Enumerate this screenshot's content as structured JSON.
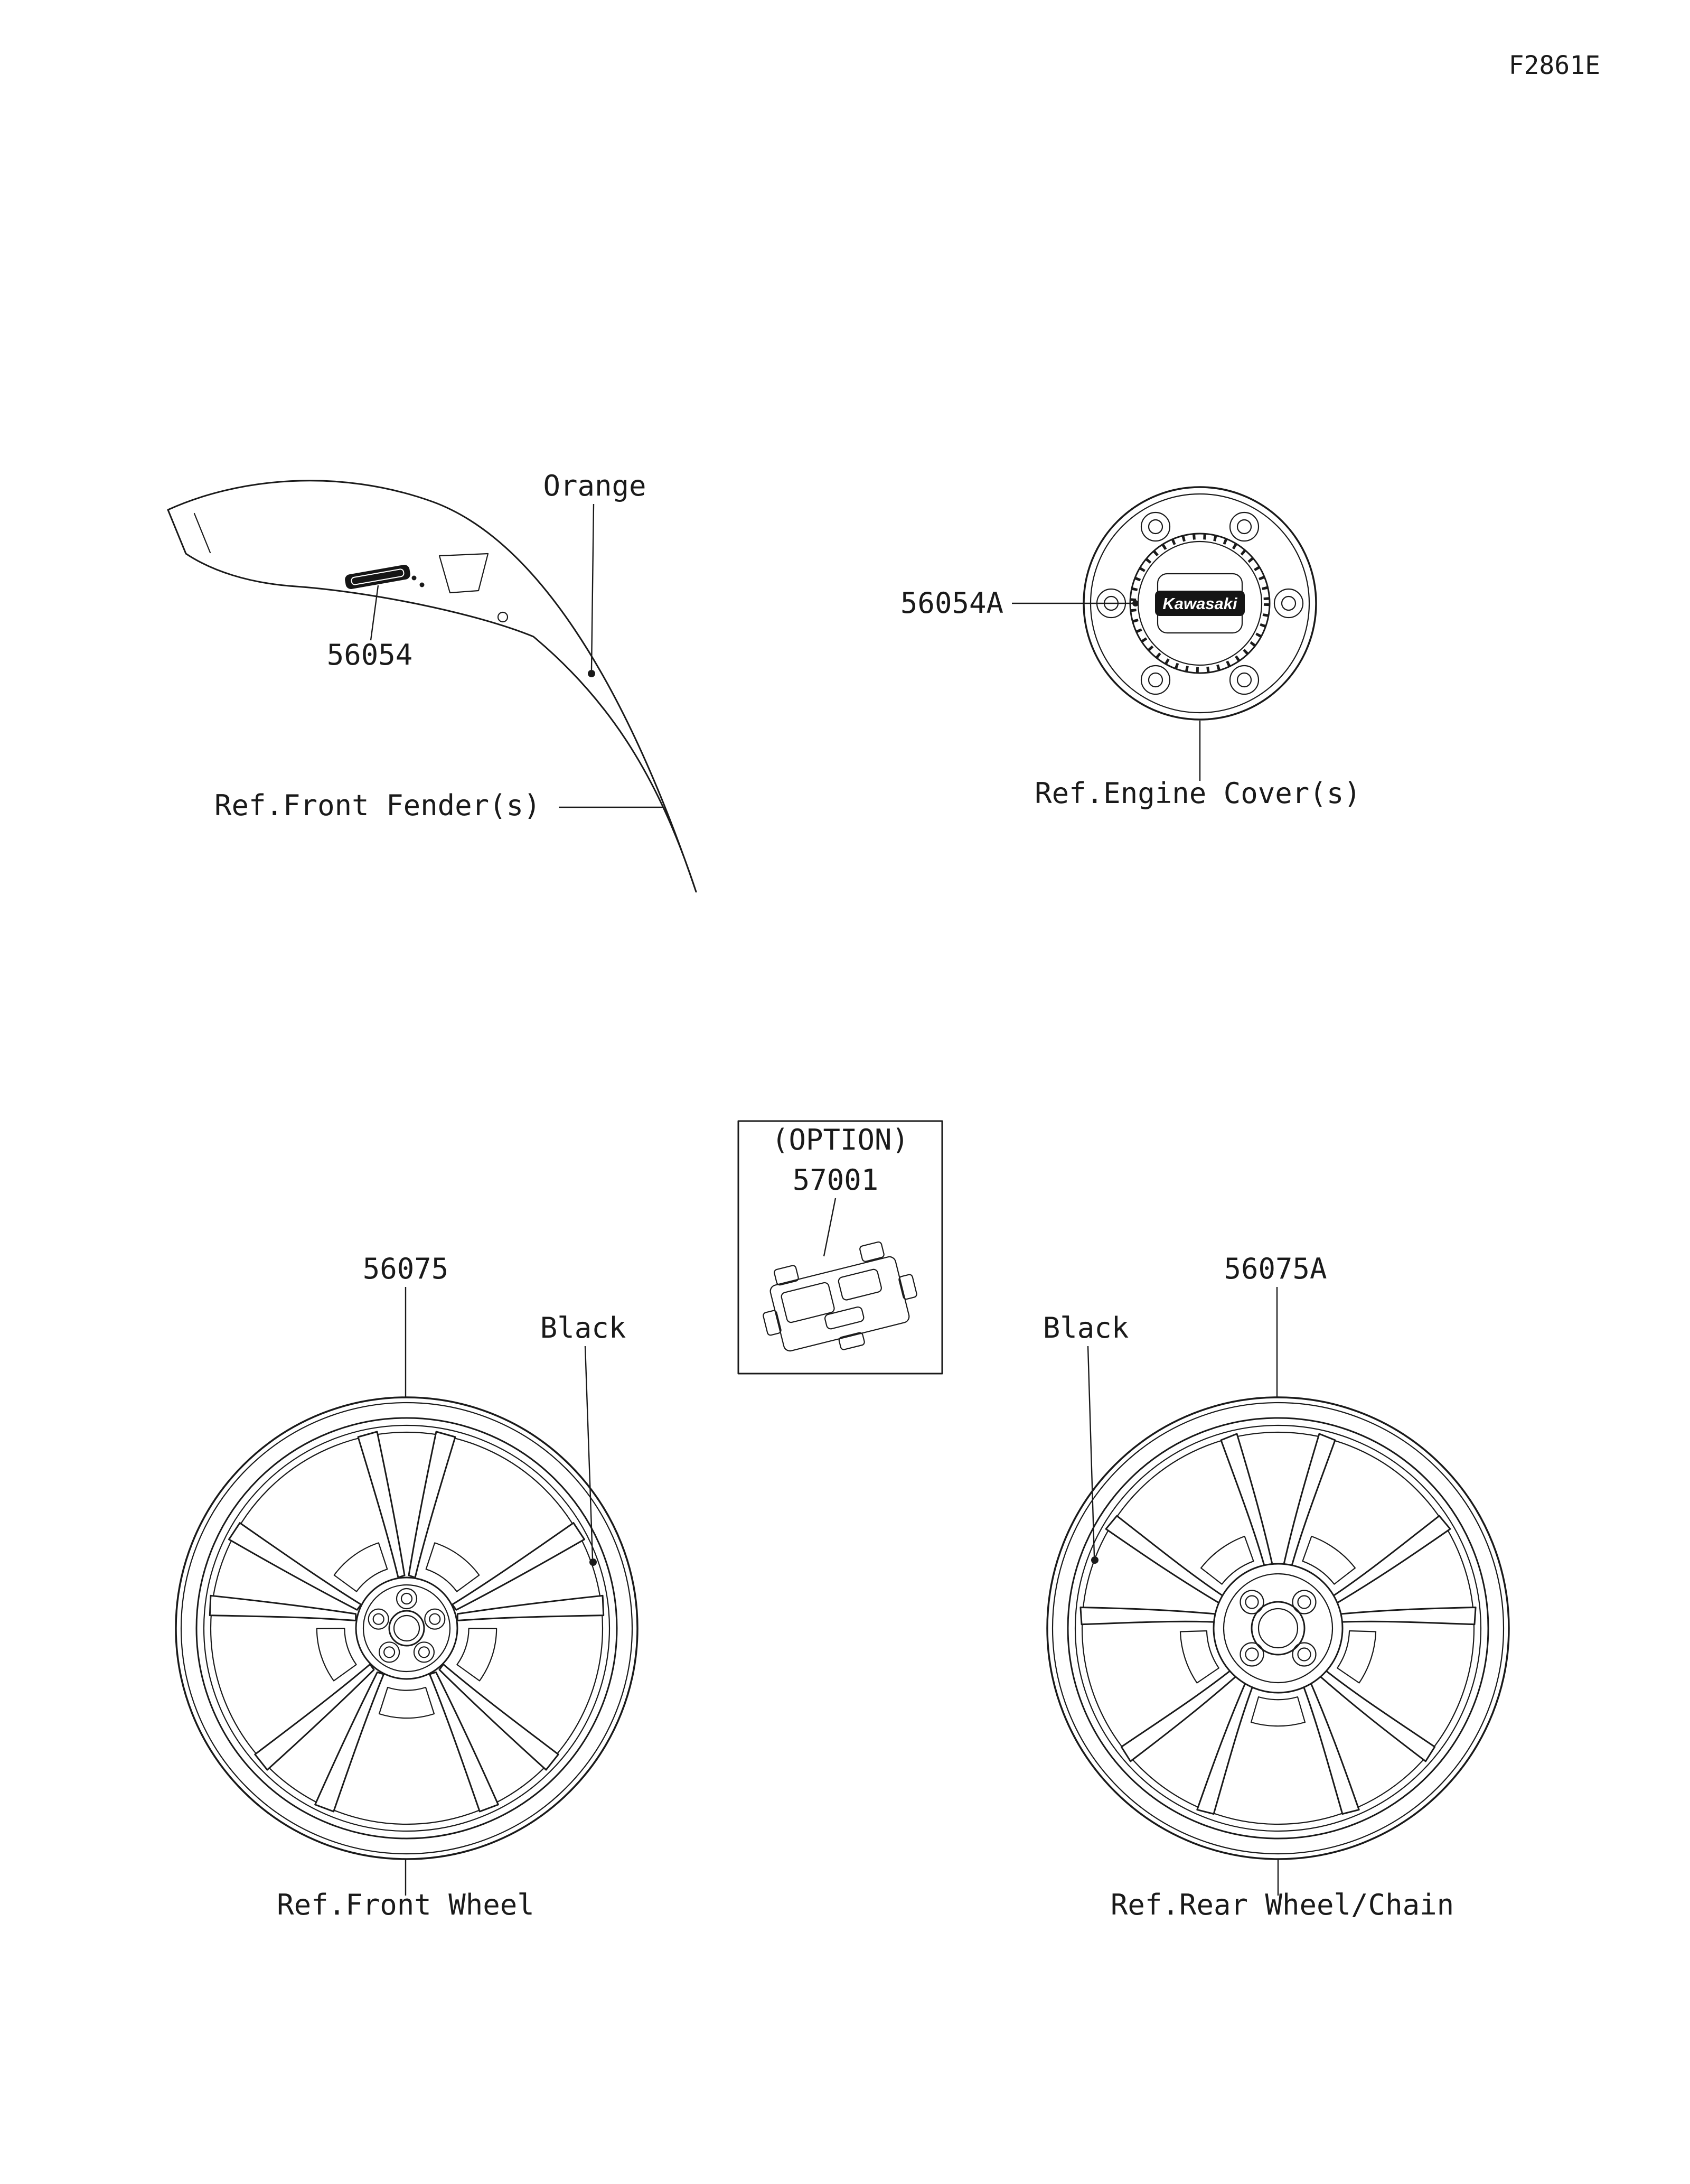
{
  "page": {
    "figure_code": "F2861E",
    "background_color": "#ffffff",
    "line_color": "#1a1a1a"
  },
  "fender": {
    "part_number": "56054",
    "color_label": "Orange",
    "ref_label": "Ref.Front Fender(s)"
  },
  "engine_cover": {
    "part_number": "56054A",
    "ref_label": "Ref.Engine Cover(s)",
    "badge_text": "Kawasaki"
  },
  "option_part": {
    "option_label": "(OPTION)",
    "part_number": "57001"
  },
  "front_wheel": {
    "part_number": "56075",
    "color_label": "Black",
    "ref_label": "Ref.Front Wheel"
  },
  "rear_wheel": {
    "part_number": "56075A",
    "color_label": "Black",
    "ref_label": "Ref.Rear Wheel/Chain"
  }
}
